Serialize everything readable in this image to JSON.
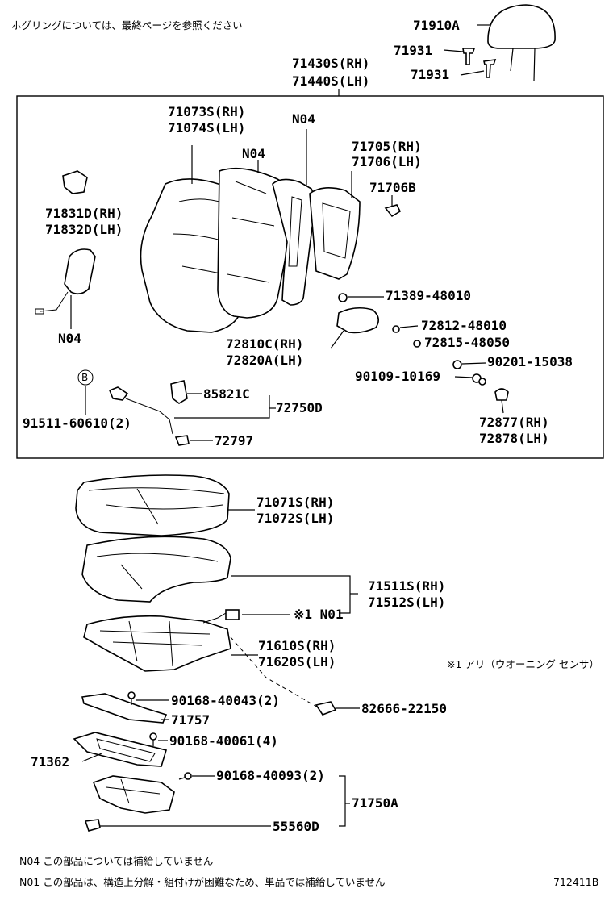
{
  "header_note": "ホグリングについては、最終ページを参照ください",
  "footer_notes": [
    "N04  この部品については補給していません",
    "N01  この部品は、構造上分解・組付けが困難なため、単品では補給していません"
  ],
  "figure_code": "712411B",
  "sensor_note": "※1 アリ（ウオーニング センサ）",
  "callout_b": "B",
  "labels": {
    "p71910A": "71910A",
    "p71931a": "71931",
    "p71931b": "71931",
    "p71430S": "71430S(RH)",
    "p71440S": "71440S(LH)",
    "p71073S": "71073S(RH)",
    "p71074S": "71074S(LH)",
    "n04_top": "N04",
    "n04_mid": "N04",
    "n04_left": "N04",
    "p71705": "71705(RH)",
    "p71706": "71706(LH)",
    "p71706B": "71706B",
    "p71831D": "71831D(RH)",
    "p71832D": "71832D(LH)",
    "p71389": "71389-48010",
    "p72812": "72812-48010",
    "p72815": "72815-48050",
    "p90201": "90201-15038",
    "p90109": "90109-10169",
    "p72810C": "72810C(RH)",
    "p72820A": "72820A(LH)",
    "p85821C": "85821C",
    "p72750D": "72750D",
    "p91511": "91511-60610(2)",
    "p72797": "72797",
    "p72877": "72877(RH)",
    "p72878": "72878(LH)",
    "p71071S": "71071S(RH)",
    "p71072S": "71072S(LH)",
    "p71511S": "71511S(RH)",
    "p71512S": "71512S(LH)",
    "n01": "※1 N01",
    "p71610S": "71610S(RH)",
    "p71620S": "71620S(LH)",
    "p90168_43": "90168-40043(2)",
    "p71757": "71757",
    "p82666": "82666-22150",
    "p90168_61": "90168-40061(4)",
    "p71362": "71362",
    "p90168_93": "90168-40093(2)",
    "p71750A": "71750A",
    "p55560D": "55560D"
  }
}
